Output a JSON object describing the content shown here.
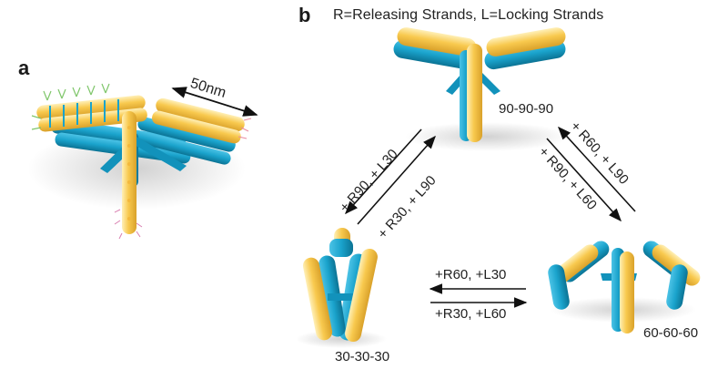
{
  "panel_a": {
    "label": "a",
    "dimension": "50nm"
  },
  "panel_b": {
    "label": "b",
    "legend": "R=Releasing Strands,  L=Locking Strands",
    "states": {
      "top": "90-90-90",
      "left": "30-30-30",
      "right": "60-60-60"
    },
    "transitions": {
      "top_to_left": "+ R90, + L30",
      "left_to_top": "+ R30, + L90",
      "right_to_top": "+ R60, + L90",
      "top_to_right": "+ R90, + L60",
      "right_to_left": "+R60, +L30",
      "left_to_right": "+R30, +L60"
    }
  },
  "colors": {
    "blue": "#1aa3cc",
    "blue_dark": "#0e7ea3",
    "yellow": "#f8c94e",
    "yellow_light": "#ffe69a",
    "text": "#222222"
  }
}
